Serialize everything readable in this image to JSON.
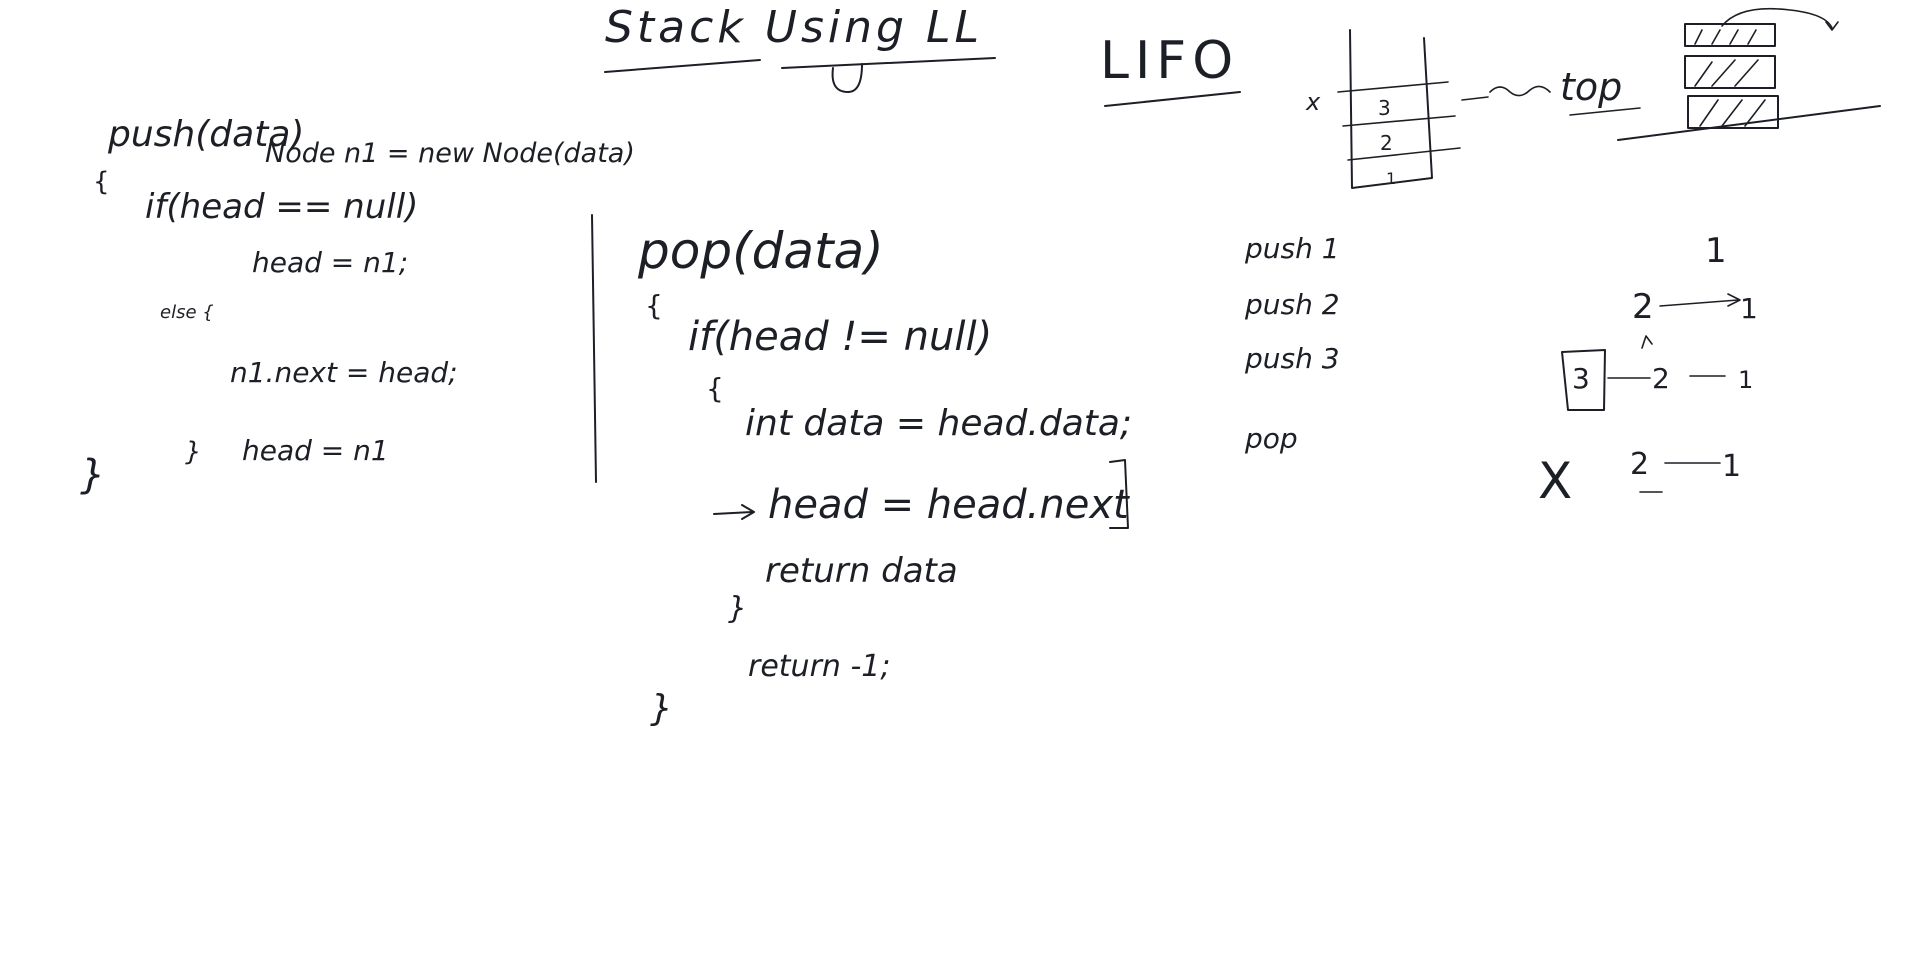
{
  "board": {
    "ink_color": "#1d1f26",
    "background": "#ffffff"
  },
  "title": {
    "text": "Stack Using LL",
    "acronym": "LIFO"
  },
  "stack_diagram": {
    "cells": [
      "3",
      "2",
      "1"
    ],
    "pointer_mark": "x",
    "pointer_label": "top"
  },
  "push_code": {
    "header": "push(data)",
    "new_node": "Node n1 = new Node(data)",
    "open_brace": "{",
    "if_line": "if(head == null)",
    "then_line": "head = n1;",
    "else_line": "else {",
    "next_line": "n1.next = head;",
    "close_else": "}",
    "assign_line": "head = n1",
    "close_brace": "}"
  },
  "pop_code": {
    "header": "pop(data)",
    "open_brace": "{",
    "if_line": "if(head != null)",
    "inner_open": "{",
    "data_line": "int data = head.data;",
    "head_line": "head = head.next",
    "return_line": "return data",
    "inner_close": "}",
    "fallback_line": "return -1;",
    "close_brace": "}"
  },
  "operations": [
    "push 1",
    "push 2",
    "push 3",
    "pop"
  ],
  "trace": {
    "row1": [
      "1"
    ],
    "row2": [
      "2",
      "1"
    ],
    "row3": [
      "3",
      "2",
      "1"
    ],
    "row4_mark": "X",
    "row4": [
      "2",
      "1"
    ]
  }
}
